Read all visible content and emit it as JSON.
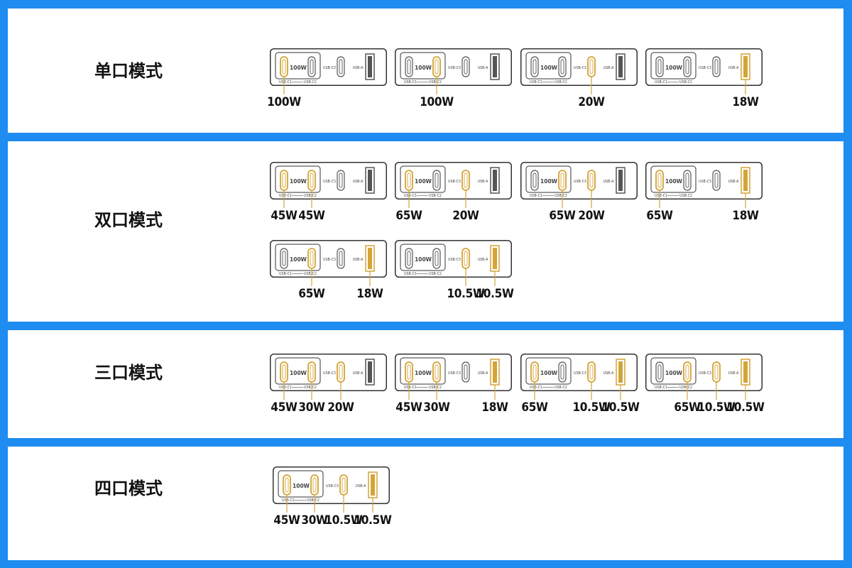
{
  "colors": {
    "accent": "#d4a437",
    "outline": "#333333",
    "frame": "#1e8cf0"
  },
  "labels": {
    "group_watt": "100W",
    "usb_c1": "USB-C1",
    "usb_c2": "USB-C2",
    "usb_c3": "USB-C3",
    "usb_a": "USB-A"
  },
  "sections": [
    {
      "title": "单口模式",
      "configs": [
        {
          "active": [
            "C1"
          ],
          "outputs": [
            {
              "port": "C1",
              "label": "100W"
            }
          ]
        },
        {
          "active": [
            "C2"
          ],
          "outputs": [
            {
              "port": "C2",
              "label": "100W"
            }
          ]
        },
        {
          "active": [
            "C3"
          ],
          "outputs": [
            {
              "port": "C3",
              "label": "20W"
            }
          ]
        },
        {
          "active": [
            "A"
          ],
          "outputs": [
            {
              "port": "A",
              "label": "18W"
            }
          ]
        }
      ]
    },
    {
      "title": "双口模式",
      "configs": [
        {
          "active": [
            "C1",
            "C2"
          ],
          "outputs": [
            {
              "port": "C1",
              "label": "45W"
            },
            {
              "port": "C2",
              "label": "45W"
            }
          ]
        },
        {
          "active": [
            "C1",
            "C3"
          ],
          "outputs": [
            {
              "port": "C1",
              "label": "65W"
            },
            {
              "port": "C3",
              "label": "20W"
            }
          ]
        },
        {
          "active": [
            "C2",
            "C3"
          ],
          "outputs": [
            {
              "port": "C2",
              "label": "65W"
            },
            {
              "port": "C3",
              "label": "20W"
            }
          ]
        },
        {
          "active": [
            "C1",
            "A"
          ],
          "outputs": [
            {
              "port": "C1",
              "label": "65W"
            },
            {
              "port": "A",
              "label": "18W"
            }
          ]
        },
        {
          "active": [
            "C2",
            "A"
          ],
          "outputs": [
            {
              "port": "C2",
              "label": "65W"
            },
            {
              "port": "A",
              "label": "18W"
            }
          ]
        },
        {
          "active": [
            "C3",
            "A"
          ],
          "outputs": [
            {
              "port": "C3",
              "label": "10.5W"
            },
            {
              "port": "A",
              "label": "10.5W"
            }
          ]
        }
      ]
    },
    {
      "title": "三口模式",
      "configs": [
        {
          "active": [
            "C1",
            "C2",
            "C3"
          ],
          "outputs": [
            {
              "port": "C1",
              "label": "45W"
            },
            {
              "port": "C2",
              "label": "30W"
            },
            {
              "port": "C3",
              "label": "20W"
            }
          ]
        },
        {
          "active": [
            "C1",
            "C2",
            "A"
          ],
          "outputs": [
            {
              "port": "C1",
              "label": "45W"
            },
            {
              "port": "C2",
              "label": "30W"
            },
            {
              "port": "A",
              "label": "18W"
            }
          ]
        },
        {
          "active": [
            "C1",
            "C3",
            "A"
          ],
          "outputs": [
            {
              "port": "C1",
              "label": "65W"
            },
            {
              "port": "C3",
              "label": "10.5W"
            },
            {
              "port": "A",
              "label": "10.5W"
            }
          ]
        },
        {
          "active": [
            "C2",
            "C3",
            "A"
          ],
          "outputs": [
            {
              "port": "C2",
              "label": "65W"
            },
            {
              "port": "C3",
              "label": "10.5W"
            },
            {
              "port": "A",
              "label": "10.5W"
            }
          ]
        }
      ]
    },
    {
      "title": "四口模式",
      "configs": [
        {
          "active": [
            "C1",
            "C2",
            "C3",
            "A"
          ],
          "outputs": [
            {
              "port": "C1",
              "label": "45W"
            },
            {
              "port": "C2",
              "label": "30W"
            },
            {
              "port": "C3",
              "label": "10.5W"
            },
            {
              "port": "A",
              "label": "10.5W"
            }
          ]
        }
      ]
    }
  ]
}
